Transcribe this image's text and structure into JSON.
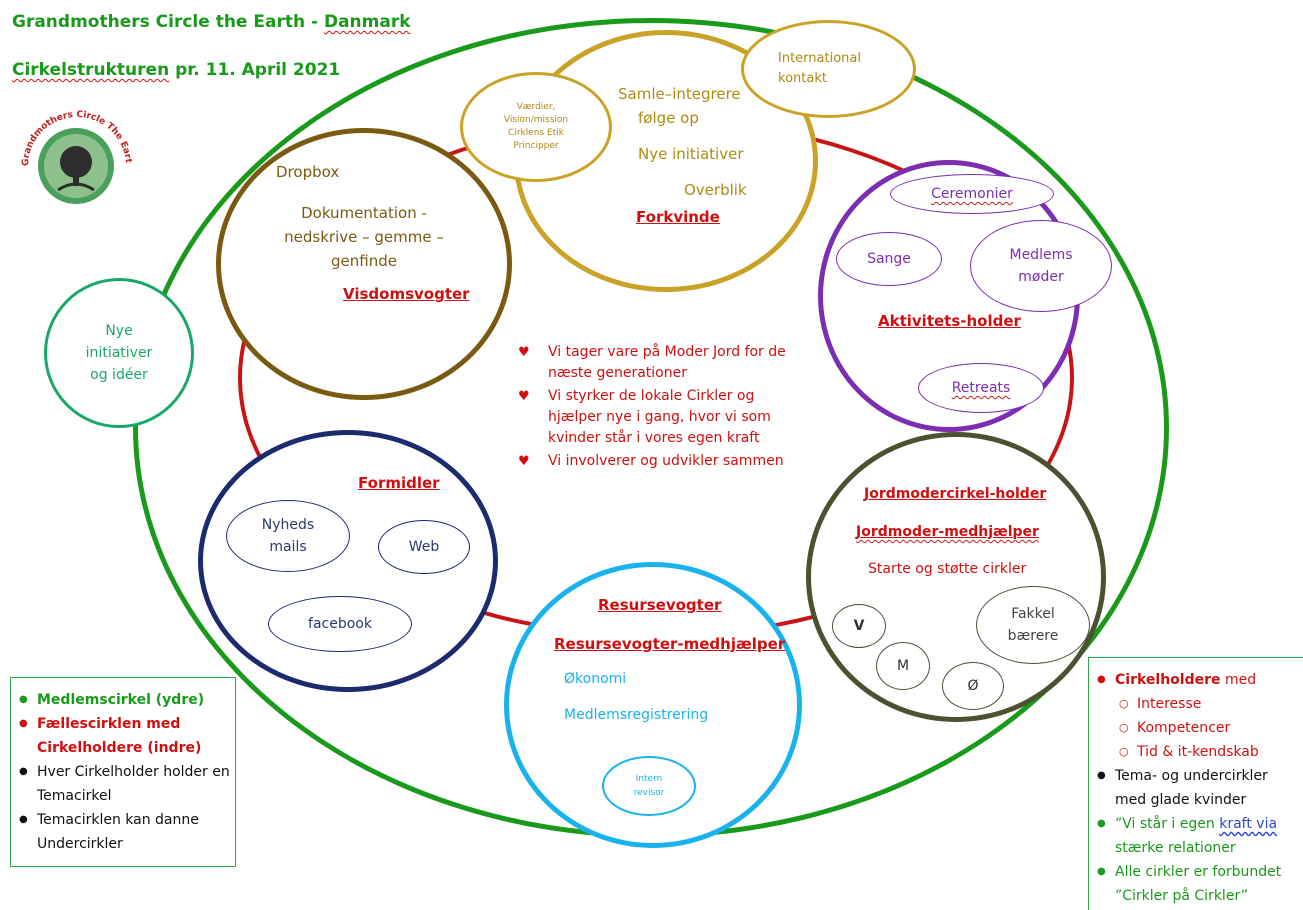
{
  "header": {
    "title": "Grandmothers Circle the Earth - Danmark",
    "subtitle": "Cirkelstrukturen pr. 11. April 2021"
  },
  "logo": {
    "ring_text": "Grandmothers Circle The Earth - Danmark"
  },
  "colors": {
    "green": "#1a9a1a",
    "red": "#d01010",
    "gold": "#c9a227",
    "brown": "#7a5a10",
    "purple": "#7b2fb0",
    "navy": "#1c2a6e",
    "cyan": "#1ab2ec",
    "olive": "#4a5230",
    "teal": "#1aa86a"
  },
  "forkvinde": {
    "lines": [
      "Samle–integrere",
      "følge op",
      "Nye initiativer",
      "Overblik"
    ],
    "role": "Forkvinde",
    "values_bubble": [
      "Værdier,",
      "Vision/mission",
      "Cirklens Etik",
      "Principper"
    ],
    "international": [
      "International",
      "kontakt"
    ]
  },
  "visdom": {
    "dropbox": "Dropbox",
    "doc_lines": [
      "Dokumentation -",
      "nedskrive – gemme –",
      "genfinde"
    ],
    "role": "Visdomsvogter"
  },
  "aktivitet": {
    "ceremonier": "Ceremonier",
    "sange": "Sange",
    "medlems": [
      "Medlems",
      "møder"
    ],
    "role": "Aktivitets-holder",
    "retreats": "Retreats"
  },
  "nye": {
    "lines": [
      "Nye",
      "initiativer",
      "og idéer"
    ]
  },
  "center": {
    "bullets": [
      "Vi tager vare på Moder Jord for de næste generationer",
      "Vi styrker de lokale Cirkler og hjælper nye i gang, hvor vi som kvinder står i vores egen kraft",
      "Vi involverer og udvikler sammen"
    ]
  },
  "formidler": {
    "role": "Formidler",
    "nyheds": [
      "Nyheds",
      "mails"
    ],
    "web": "Web",
    "facebook": "facebook"
  },
  "resurse": {
    "role1": "Resursevogter",
    "role2": "Resursevogter-medhjælper",
    "okonomi": "Økonomi",
    "medlemsreg": "Medlemsregistrering",
    "intern": [
      "Intern",
      "revisor"
    ]
  },
  "jordmoder": {
    "role1": "Jordmodercirkel-holder",
    "role2": "Jordmoder-medhjælper",
    "sub": "Starte og støtte cirkler",
    "v": "V",
    "m": "M",
    "o": "Ø",
    "fakkel": [
      "Fakkel",
      "bærere"
    ]
  },
  "legend_left": {
    "items": [
      "Medlemscirkel (ydre)",
      "Fællescirklen med Cirkelholdere (indre)",
      "Hver Cirkelholder holder en Temacirkel",
      "Temacirklen kan danne Undercirkler"
    ]
  },
  "legend_right": {
    "item1_bold": "Cirkelholdere",
    "item1_rest": " med",
    "sub_items": [
      "Interesse",
      "Kompetencer",
      "Tid & it-kendskab"
    ],
    "item2": "Tema- og undercirkler med glade kvinder",
    "item3_pre": "”Vi står i egen ",
    "item3_link": "kraft via",
    "item3_post": " stærke relationer",
    "item4": "Alle cirkler er forbundet ”Cirkler på Cirkler”"
  }
}
